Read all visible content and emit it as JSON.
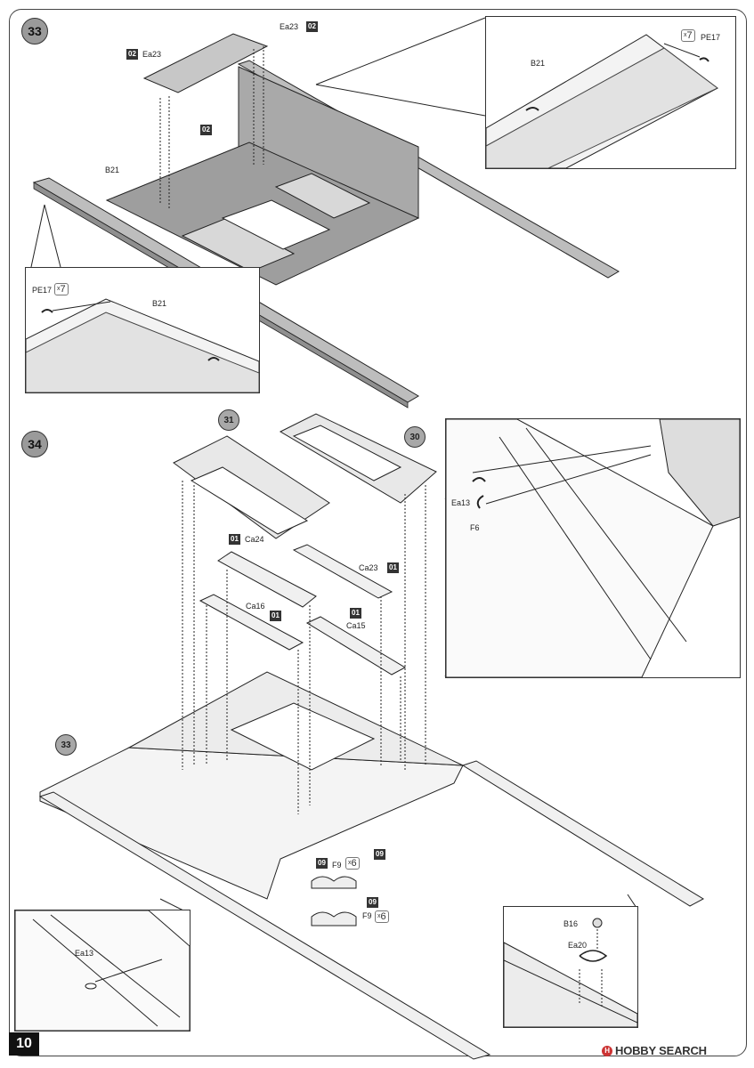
{
  "page_number": "10",
  "watermark": "HOBBY SEARCH",
  "steps": [
    {
      "number": "33"
    },
    {
      "number": "34"
    }
  ],
  "step33": {
    "badges": [
      "02",
      "02",
      "02"
    ],
    "labels": {
      "ea23_top": "Ea23",
      "ea23_left": "Ea23",
      "b21_main": "B21"
    },
    "inset_right": {
      "pe17": "PE17",
      "qty": "7",
      "b21": "B21"
    },
    "inset_left": {
      "pe17": "PE17",
      "qty": "7",
      "b21": "B21"
    }
  },
  "step34": {
    "refs": [
      "31",
      "30",
      "33"
    ],
    "labels": {
      "ca24": "Ca24",
      "ca23": "Ca23",
      "ca16": "Ca16",
      "ca15": "Ca15",
      "f9a": "F9",
      "f9b": "F9"
    },
    "badges": {
      "ca24": "01",
      "ca23": "01",
      "ca16": "01",
      "ca15": "01",
      "f9a": "09",
      "f9b": "09",
      "f9top": "09"
    },
    "qty_f9a": "6",
    "qty_f9b": "6",
    "inset_top_right": {
      "ea13": "Ea13",
      "f6": "F6"
    },
    "inset_bottom_left": {
      "ea13": "Ea13"
    },
    "inset_bottom_right": {
      "b16": "B16",
      "ea20": "Ea20"
    }
  }
}
